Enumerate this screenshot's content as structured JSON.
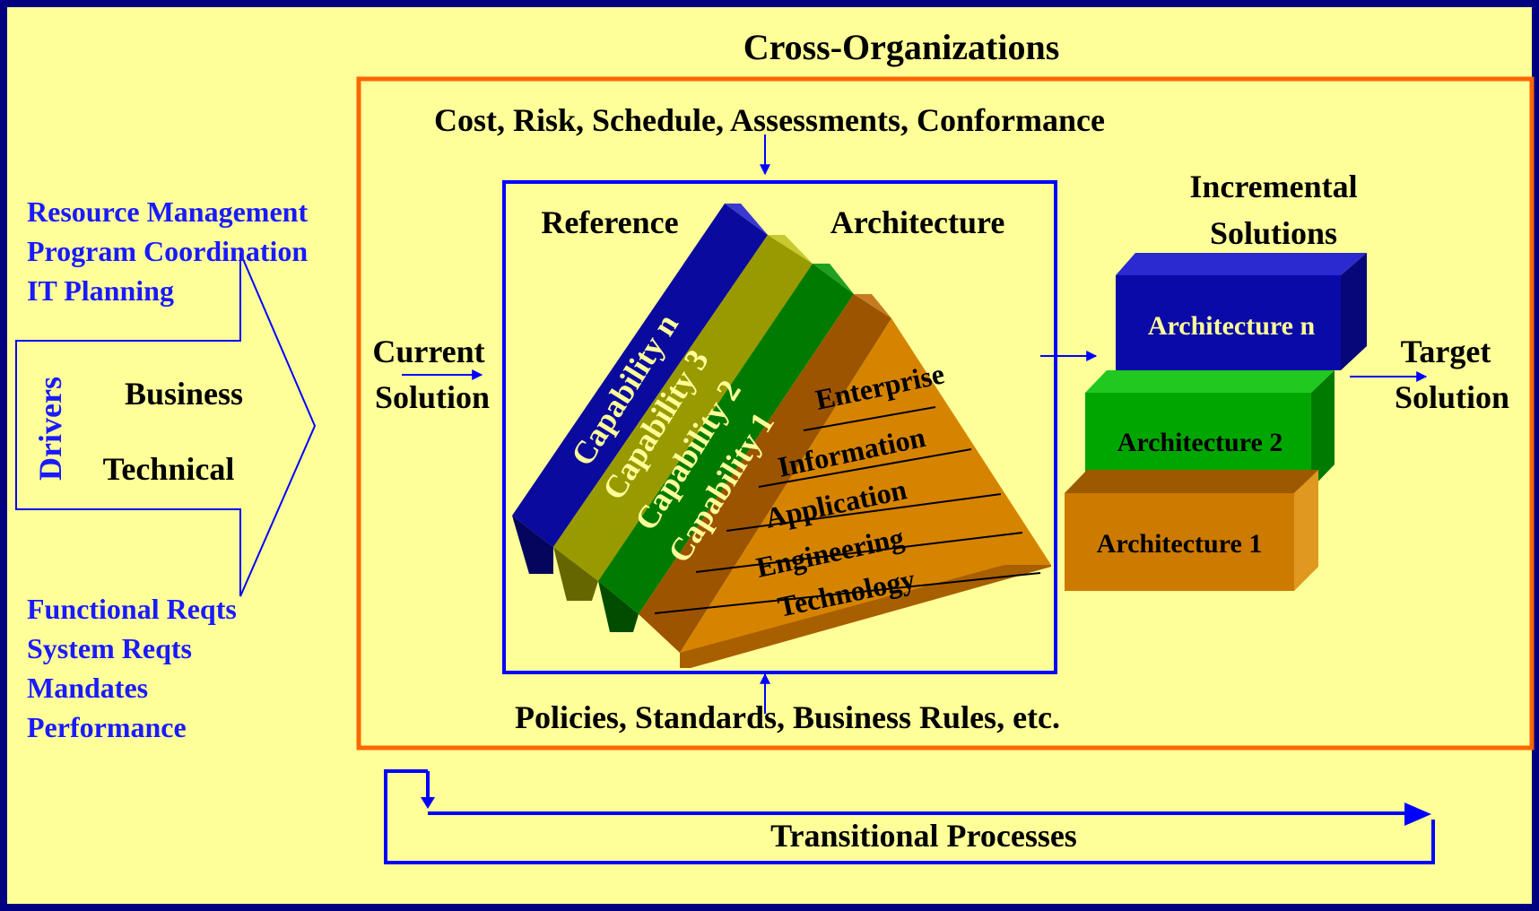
{
  "title": "Cross-Organizations",
  "inputs_top": "Cost, Risk, Schedule, Assessments, Conformance",
  "inputs_bottom": "Policies, Standards, Business Rules, etc.",
  "drivers": {
    "label": "Drivers",
    "types": [
      "Business",
      "Technical"
    ],
    "top_items": [
      "Resource Management",
      "Program Coordination",
      "IT Planning"
    ],
    "bottom_items": [
      "Functional Reqts",
      "System Reqts",
      "Mandates",
      "Performance"
    ]
  },
  "current_solution": [
    "Current",
    "Solution"
  ],
  "target_solution": [
    "Target",
    "Solution"
  ],
  "reference_architecture": {
    "label_left": "Reference",
    "label_right": "Architecture",
    "capabilities": [
      "Capability n",
      "Capability 3",
      "Capability 2",
      "Capability 1"
    ],
    "layers": [
      "Enterprise",
      "Information",
      "Application",
      "Engineering",
      "Technology"
    ]
  },
  "incremental_solutions": {
    "title": [
      "Incremental",
      "Solutions"
    ],
    "architectures": [
      "Architecture n",
      "Architecture 2",
      "Architecture 1"
    ]
  },
  "transitional_processes": "Transitional Processes",
  "colors": {
    "background": "#ffff99",
    "frame": "#000080",
    "orange_box": "#ff6600",
    "blue_line": "#0000ff",
    "driver_text": "#1a1aff",
    "cap_n": "#0a0a9e",
    "cap_3": "#999900",
    "cap_2": "#007a00",
    "cap_1": "#9c5400",
    "layer_face": "#d68400",
    "cap_text": "#ffff99",
    "arch_n": "#0a0aa8",
    "arch_2": "#00a600",
    "arch_1": "#cc7a00"
  }
}
